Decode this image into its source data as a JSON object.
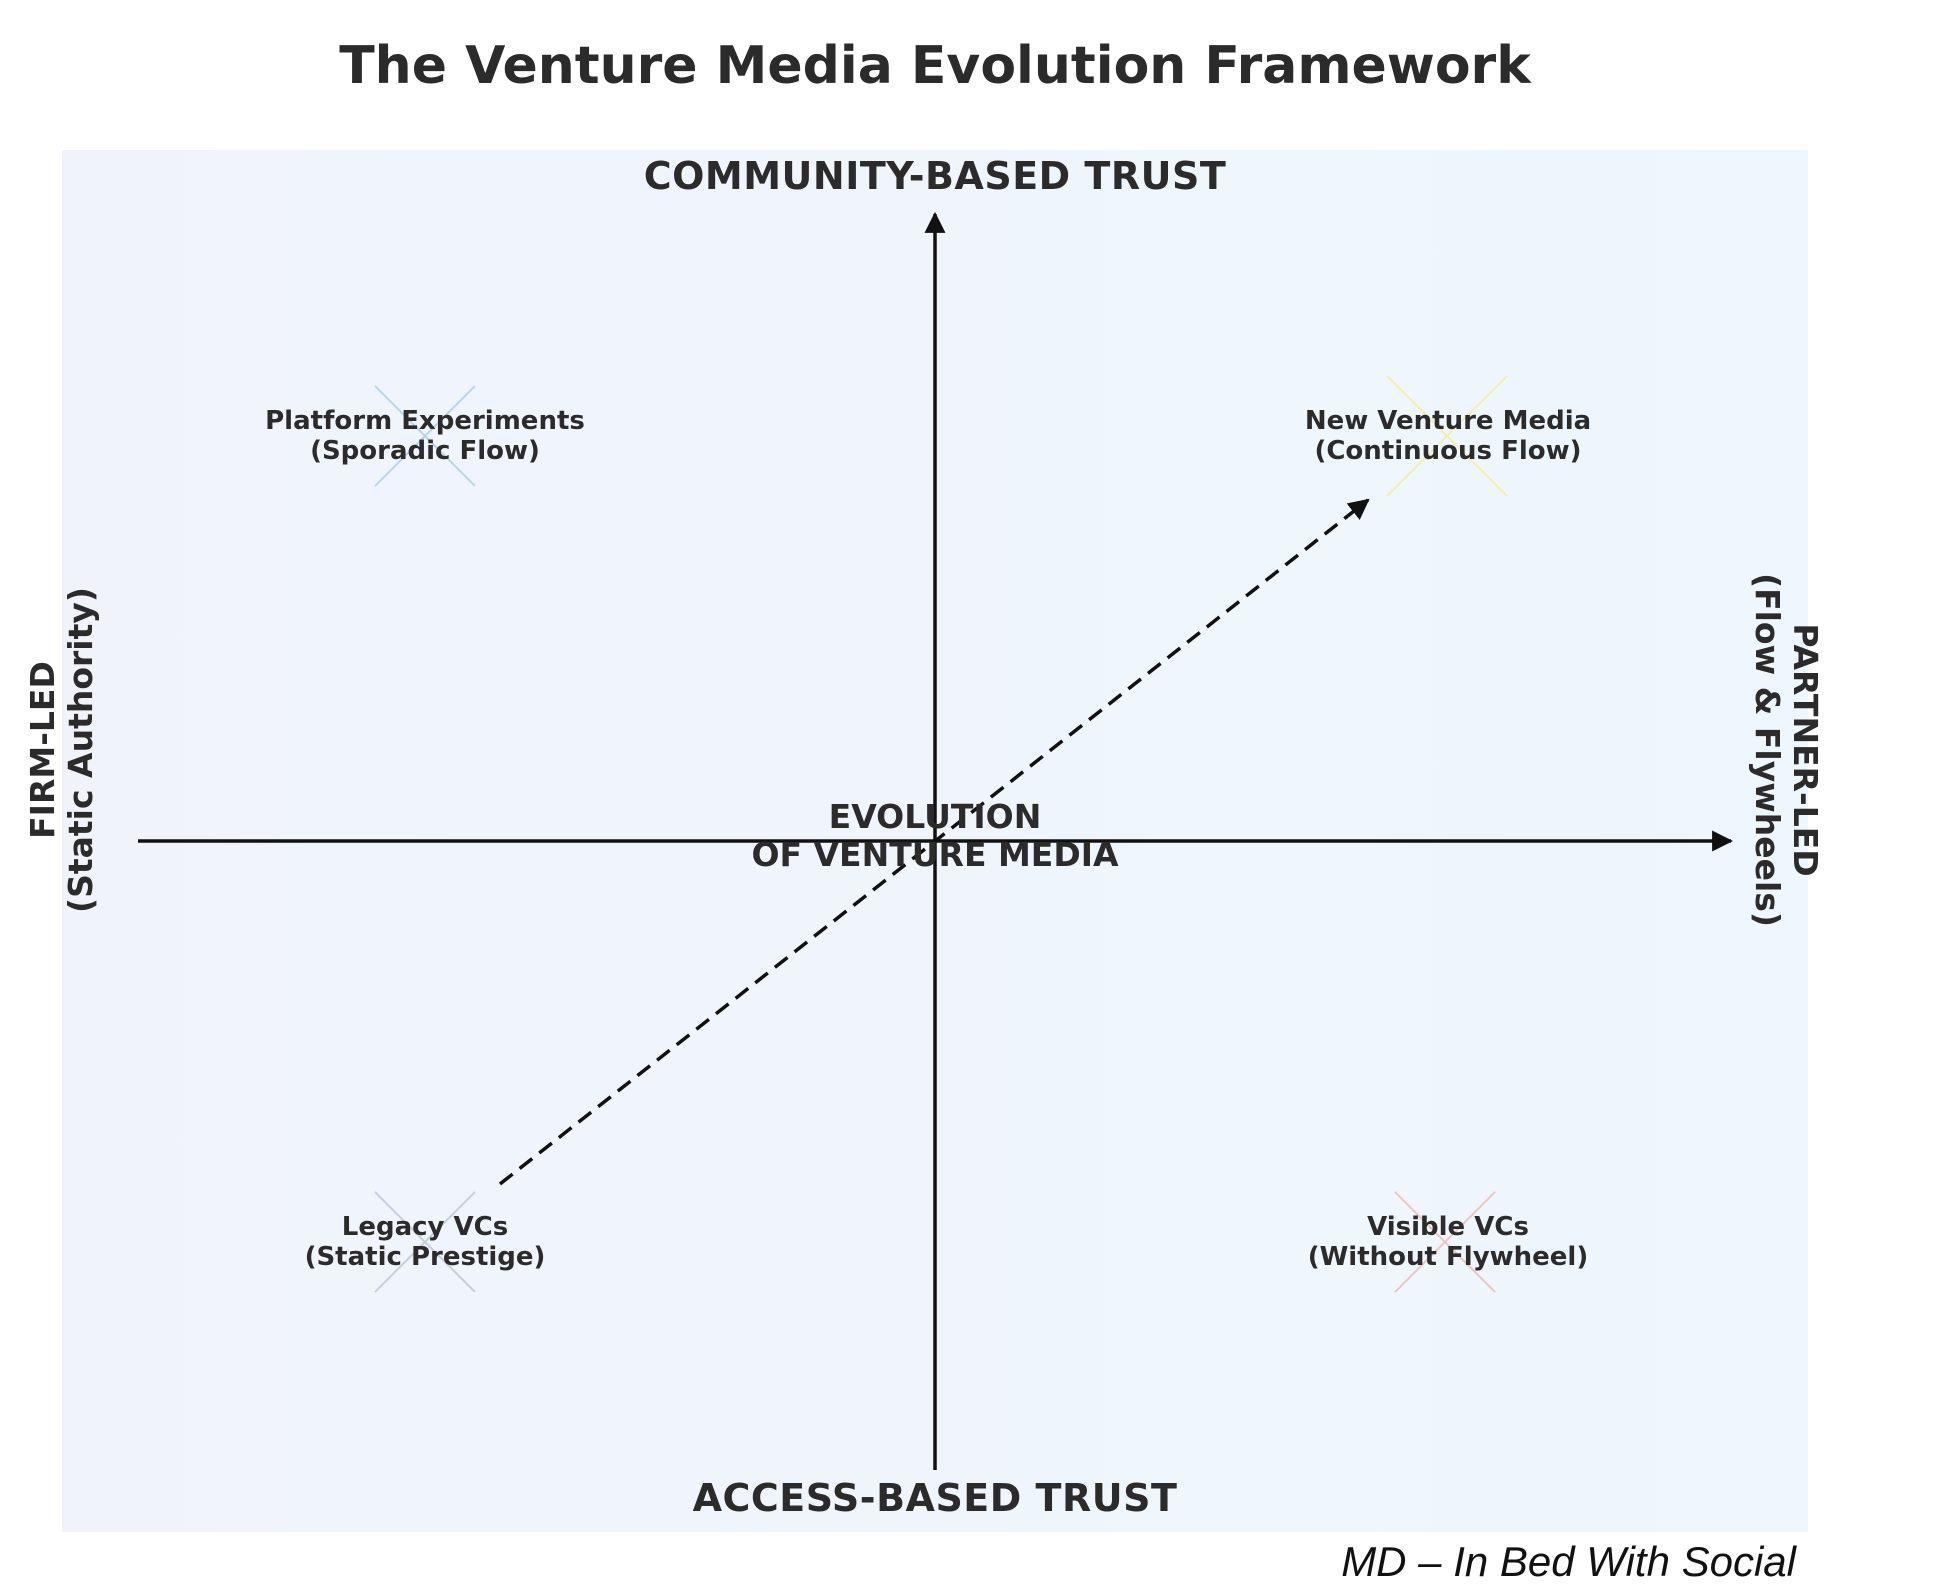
{
  "title": "The Venture Media Evolution Framework",
  "axes": {
    "top": "COMMUNITY-BASED TRUST",
    "bottom": "ACCESS-BASED TRUST",
    "left": {
      "line1": "FIRM-LED",
      "line2": "(Static Authority)"
    },
    "right": {
      "line1": "PARTNER-LED",
      "line2": "(Flow & Flywheels)"
    }
  },
  "center": {
    "line1": "EVOLUTION",
    "line2": "OF VENTURE MEDIA"
  },
  "quadrants": {
    "top_left": {
      "line1": "Platform Experiments",
      "line2": "(Sporadic Flow)",
      "marker_color": "#b9d3ef"
    },
    "top_right": {
      "line1": "New Venture Media",
      "line2": "(Continuous Flow)",
      "marker_color": "#f3eeb0"
    },
    "bottom_left": {
      "line1": "Legacy VCs",
      "line2": "(Static Prestige)",
      "marker_color": "#c7cedb"
    },
    "bottom_right": {
      "line1": "Visible VCs",
      "line2": "(Without Flywheel)",
      "marker_color": "#f1c4c4"
    }
  },
  "credit": "MD – In Bed With Social",
  "colors": {
    "panel_left": "#f1f3fb",
    "panel_right": "#eef7fd",
    "axis": "#111111",
    "text": "#2b2b2b"
  }
}
